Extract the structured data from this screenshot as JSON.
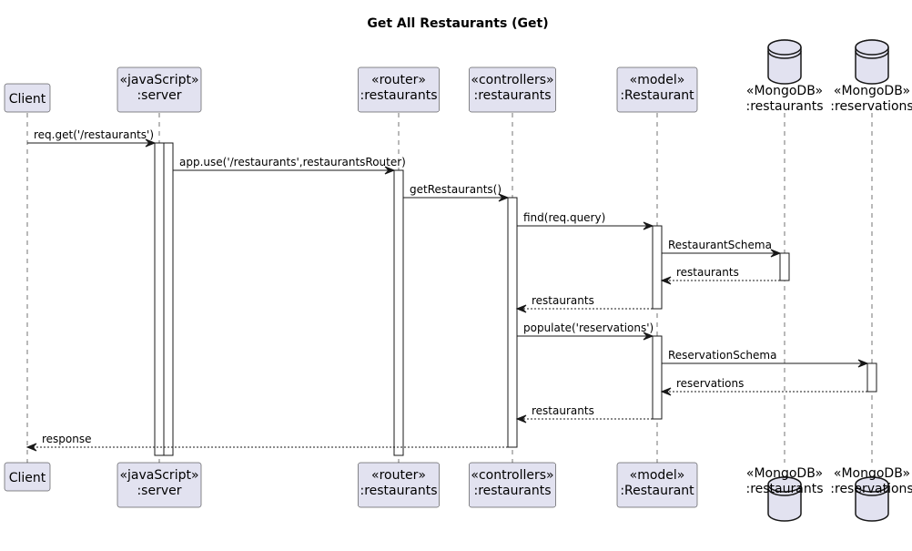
{
  "title": "Get All Restaurants (Get)",
  "colors": {
    "box_fill": "#e2e2f0",
    "box_stroke": "#181818",
    "line": "#181818",
    "text": "#000000",
    "background": "#ffffff"
  },
  "participants": [
    {
      "id": "client",
      "kind": "box",
      "lines": [
        "Client"
      ]
    },
    {
      "id": "server",
      "kind": "box",
      "lines": [
        "«javaScript»",
        ":server"
      ]
    },
    {
      "id": "router",
      "kind": "box",
      "lines": [
        "«router»",
        ":restaurants"
      ]
    },
    {
      "id": "controllers",
      "kind": "box",
      "lines": [
        "«controllers»",
        ":restaurants"
      ]
    },
    {
      "id": "model",
      "kind": "box",
      "lines": [
        "«model»",
        ":Restaurant"
      ]
    },
    {
      "id": "db-restaurants",
      "kind": "database",
      "lines": [
        "«MongoDB»",
        ":restaurants"
      ]
    },
    {
      "id": "db-reservations",
      "kind": "database",
      "lines": [
        "«MongoDB»",
        ":reservations"
      ]
    }
  ],
  "messages": [
    {
      "from": "client",
      "to": "server",
      "label": "req.get('/restaurants')",
      "style": "sync"
    },
    {
      "from": "server",
      "to": "router",
      "label": "app.use('/restaurants',restaurantsRouter)",
      "style": "sync"
    },
    {
      "from": "router",
      "to": "controllers",
      "label": "getRestaurants()",
      "style": "sync"
    },
    {
      "from": "controllers",
      "to": "model",
      "label": "find(req.query)",
      "style": "sync"
    },
    {
      "from": "model",
      "to": "db-restaurants",
      "label": "RestaurantSchema",
      "style": "sync"
    },
    {
      "from": "db-restaurants",
      "to": "model",
      "label": "restaurants",
      "style": "return"
    },
    {
      "from": "model",
      "to": "controllers",
      "label": "restaurants",
      "style": "return"
    },
    {
      "from": "controllers",
      "to": "model",
      "label": "populate('reservations')",
      "style": "sync"
    },
    {
      "from": "model",
      "to": "db-reservations",
      "label": "ReservationSchema",
      "style": "sync"
    },
    {
      "from": "db-reservations",
      "to": "model",
      "label": "reservations",
      "style": "return"
    },
    {
      "from": "model",
      "to": "controllers",
      "label": "restaurants",
      "style": "return"
    },
    {
      "from": "controllers",
      "to": "client",
      "label": "response",
      "style": "return"
    }
  ]
}
